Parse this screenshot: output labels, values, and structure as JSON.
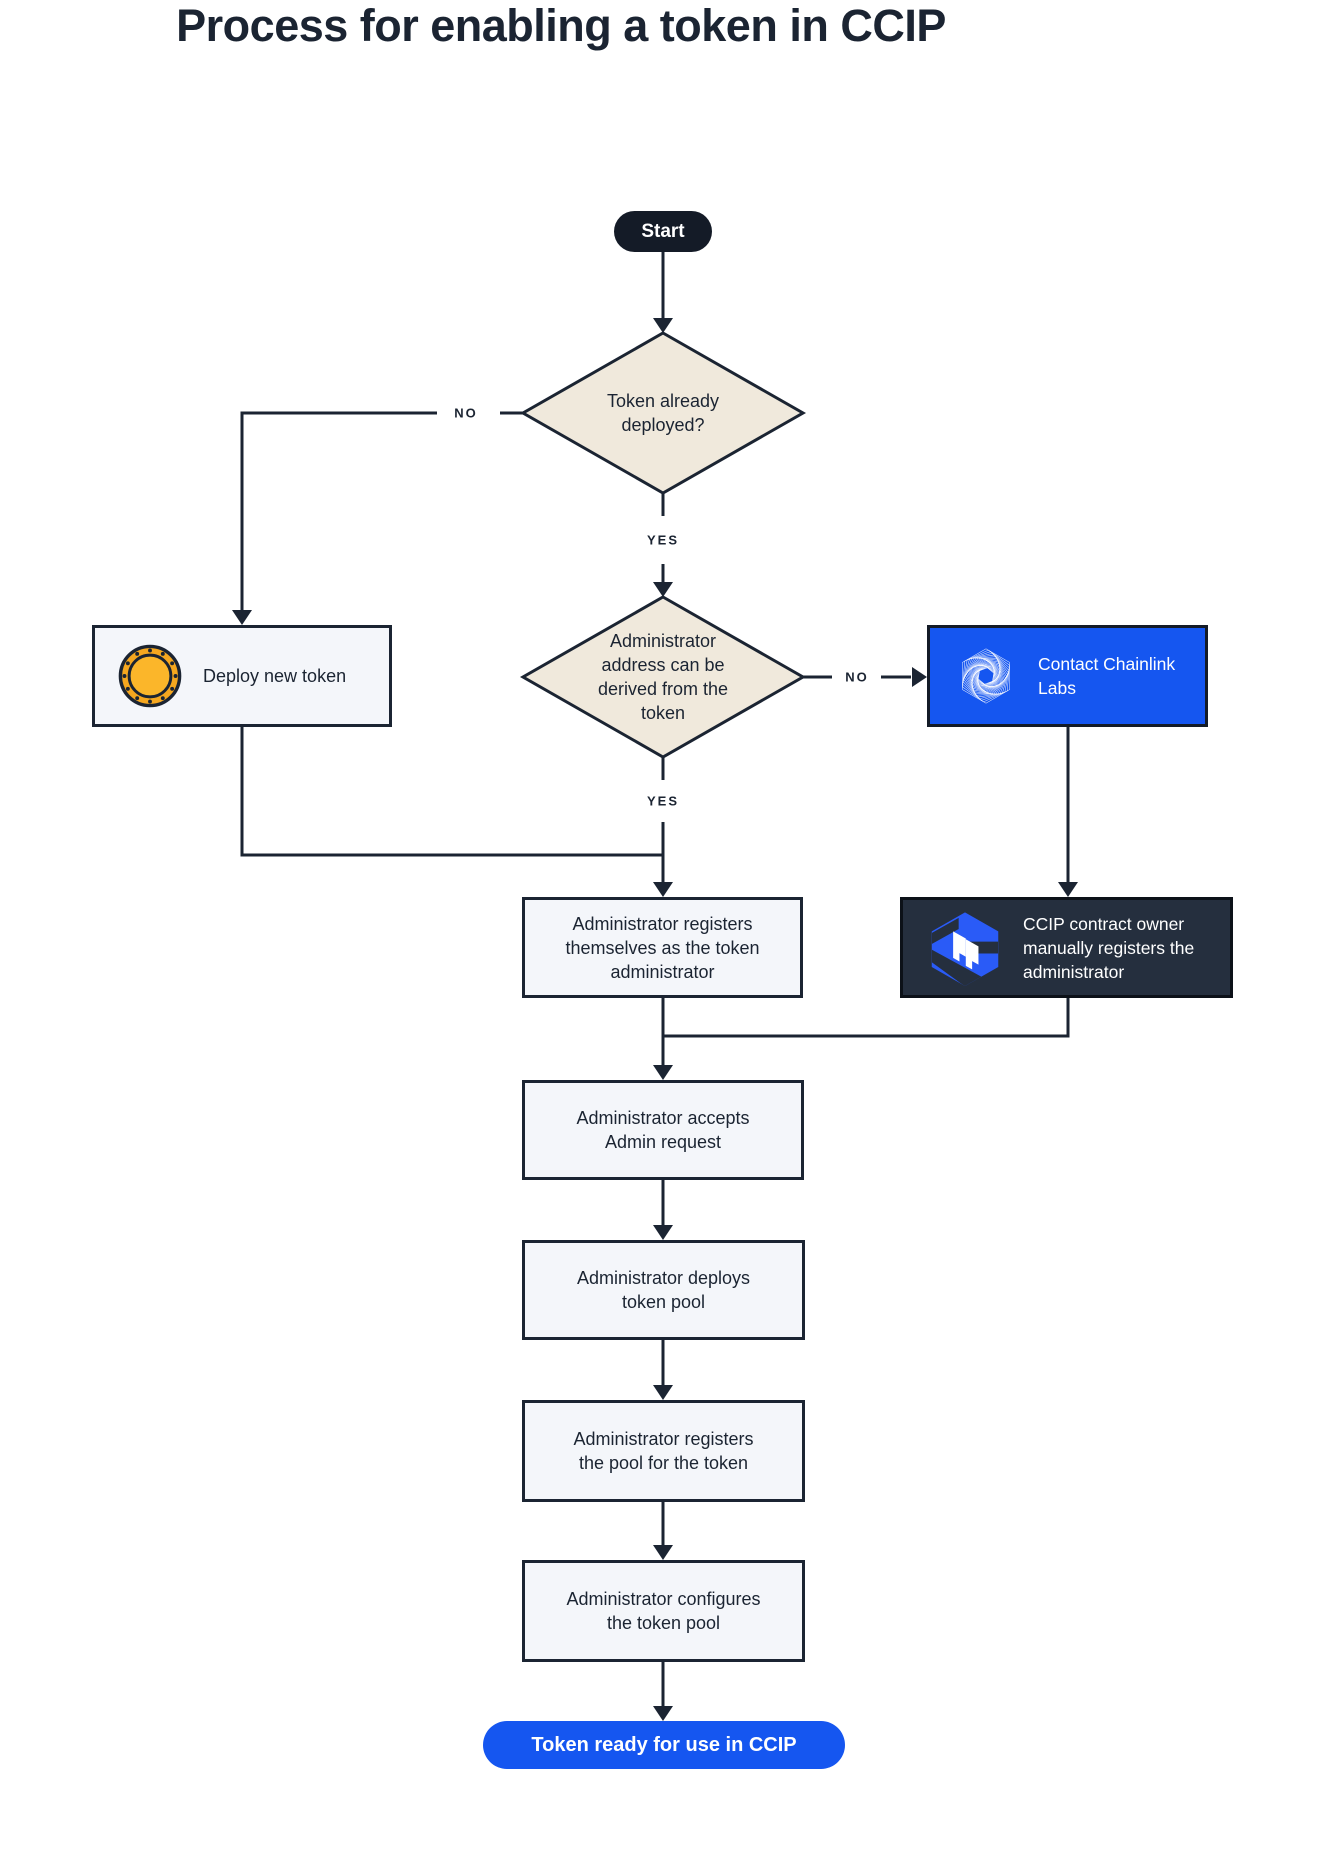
{
  "title": "Process for enabling a token in CCIP",
  "colors": {
    "ink": "#1b2432",
    "diamond_fill": "#f0e9dc",
    "box_fill": "#f4f6fa",
    "blue": "#1556f0",
    "dark_box_fill": "#252f3e",
    "ccip_hex_blue": "#2a5bf7",
    "coin_gold": "#f5a71f",
    "coin_gold_inner": "#fbb62a"
  },
  "nodes": {
    "start": {
      "label": "Start"
    },
    "decision_token_deployed": {
      "label": "Token already deployed?"
    },
    "deploy_new_token": {
      "label": "Deploy new token",
      "icon": "coin-icon"
    },
    "decision_admin_address": {
      "label": "Administrator address can be derived from the token"
    },
    "contact_chainlink_labs": {
      "label": "Contact Chainlink Labs",
      "icon": "chainlink-labs-icon"
    },
    "register_self_admin": {
      "label": "Administrator registers themselves as the token administrator"
    },
    "ccip_owner_registers": {
      "label": "CCIP contract owner manually registers the administrator",
      "icon": "ccip-icon"
    },
    "accept_admin_request": {
      "label": "Administrator accepts Admin request"
    },
    "deploy_token_pool": {
      "label": "Administrator deploys token pool"
    },
    "register_pool": {
      "label": "Administrator registers the pool for the token"
    },
    "configure_pool": {
      "label": "Administrator configures the token pool"
    },
    "end": {
      "label": "Token ready for use in CCIP"
    }
  },
  "edge_labels": {
    "no_left": "NO",
    "yes_top": "YES",
    "no_right": "NO",
    "yes_bottom": "YES"
  }
}
